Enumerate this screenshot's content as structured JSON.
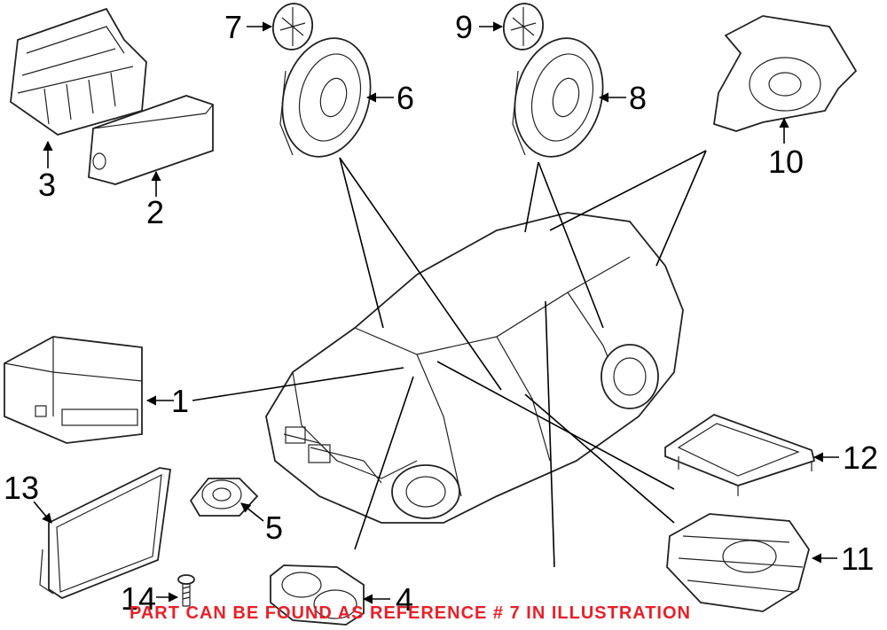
{
  "callouts": [
    "1",
    "2",
    "3",
    "4",
    "5",
    "6",
    "7",
    "8",
    "9",
    "10",
    "11",
    "12",
    "13",
    "14"
  ],
  "banner": {
    "text": "PART CAN BE FOUND AS REFERENCE # 7 IN ILLUSTRATION",
    "color": "#e8202a"
  }
}
